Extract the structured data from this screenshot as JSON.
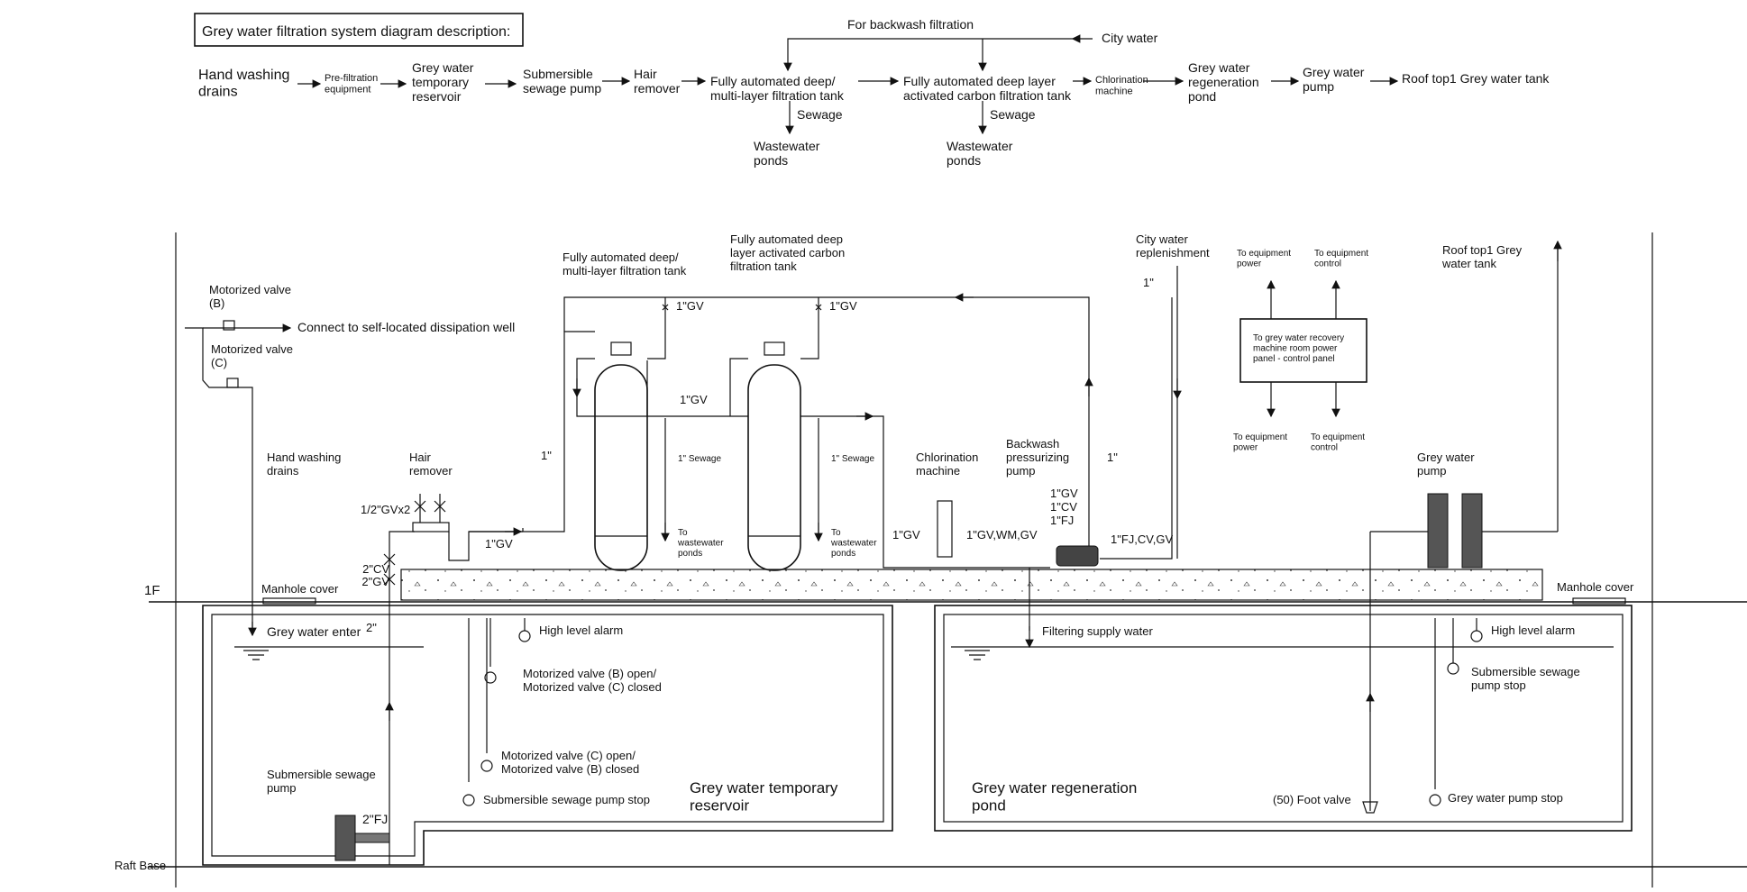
{
  "title_box": "Grey water filtration system diagram description:",
  "flow": {
    "backwash_label": "For backwash filtration",
    "city_water": "City water",
    "steps": [
      "Hand washing\ndrains",
      "Pre-filtration\nequipment",
      "Grey water\ntemporary\nreservoir",
      "Submersible\nsewage pump",
      "Hair\nremover",
      "Fully automated deep/\nmulti-layer filtration tank",
      "Fully automated deep layer\nactivated carbon filtration tank",
      "Chlorination\nmachine",
      "Grey water\nregeneration\npond",
      "Grey water\npump",
      "Roof top1 Grey water tank"
    ],
    "sewage": "Sewage",
    "wastewater_ponds": "Wastewater\nponds"
  },
  "diagram": {
    "floor_1f": "1F",
    "raft_base": "Raft Base",
    "manhole_left": "Manhole cover",
    "manhole_right": "Manhole cover",
    "motorized_valve_b": "Motorized valve\n(B)",
    "motorized_valve_c": "Motorized valve\n(C)",
    "dissipation_well": "Connect to self-located dissipation well",
    "hand_washing_drains": "Hand washing\ndrains",
    "hair_remover": "Hair\nremover",
    "gv_half_x2": "1/2\"GVx2",
    "cv_2": "2\"CV",
    "gv_2": "2\"GV",
    "gv_1_a": "1\"GV",
    "one_inch_left": "1\"",
    "tank1_label": "Fully automated deep/\nmulti-layer filtration tank",
    "tank2_label": "Fully automated deep\nlayer activated carbon\nfiltration tank",
    "gv_top1": "1\"GV",
    "gv_top2": "1\"GV",
    "gv_mid": "1\"GV",
    "sewage1": "1\" Sewage",
    "sewage2": "1\" Sewage",
    "to_wastewater1": "To\nwastewater\nponds",
    "to_wastewater2": "To\nwastewater\nponds",
    "chlorination": "Chlorination\nmachine",
    "gv_1_b": "1\"GV",
    "gv_wm_gv": "1\"GV,WM,GV",
    "backwash_pump": "Backwash\npressurizing\npump",
    "one_inch_right": "1\"",
    "valves_stack": "1\"GV\n1\"CV\n1\"FJ",
    "fj_cv_gv": "1\"FJ,CV,GV",
    "city_replenish": "City water\nreplenishment",
    "one_inch_city": "1\"",
    "to_power_top": "To equipment\npower",
    "to_control_top": "To equipment\ncontrol",
    "panel_text": "To grey water recovery\nmachine room power\npanel - control panel",
    "to_power_bottom": "To equipment\npower",
    "to_control_bottom": "To equipment\ncontrol",
    "roof_tank": "Roof top1 Grey\nwater tank",
    "grey_water_pump": "Grey water\npump",
    "grey_water_enter": "Grey water enter",
    "two_inch": "2\"",
    "high_level_alarm_l": "High level alarm",
    "mv_b_open": "Motorized valve (B) open/\nMotorized valve (C) closed",
    "mv_c_open": "Motorized valve (C) open/\nMotorized valve (B) closed",
    "sub_pump": "Submersible sewage\npump",
    "fj_2": "2\"FJ",
    "sub_pump_stop": "Submersible sewage pump stop",
    "reservoir_label": "Grey water temporary\nreservoir",
    "filtering_supply": "Filtering supply water",
    "high_level_alarm_r": "High level alarm",
    "sub_pump_stop_r": "Submersible sewage\npump stop",
    "regen_pond": "Grey water regeneration\npond",
    "foot_valve": "(50) Foot valve",
    "gw_pump_stop": "Grey water pump stop"
  }
}
